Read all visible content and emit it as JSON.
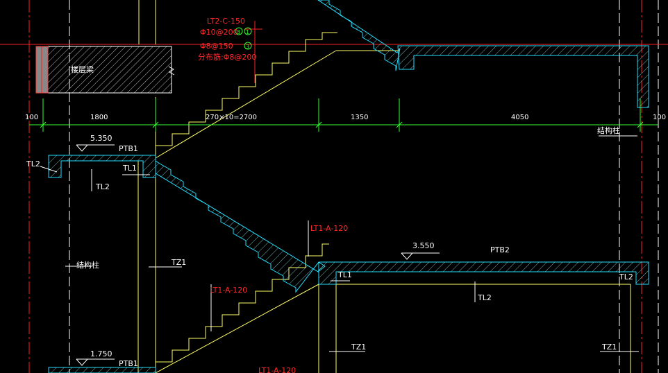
{
  "labels": {
    "lt2": "LT2-C-150",
    "rebar1": "Φ10@200",
    "rebar2": "Φ8@150",
    "rebar3": "分布筋:Φ8@200",
    "circ1": "3",
    "circ2": "1",
    "circ3": "3",
    "floor_label": "楼层梁",
    "lt1_a": "LT1-A-120",
    "lt1_b": "LT1-A-120",
    "lt1_c": "LT1-A-120",
    "elev_top": "5.350",
    "elev_mid": "3.550",
    "elev_bot": "1.750",
    "ptb1_top": "PTB1",
    "ptb1_bot": "PTB1",
    "ptb2": "PTB2",
    "tl1_top": "TL1",
    "tl1_mid": "TL1",
    "tl2_left": "TL2",
    "tl2_under": "TL2",
    "tl2_mid": "TL2",
    "tl2_right": "TL2",
    "tz1_left": "TZ1",
    "tz1_mid": "TZ1",
    "tz1_right": "TZ1",
    "struct_col_left": "结构柱",
    "struct_col_right": "结构柱"
  },
  "dimensions": {
    "d1": "100",
    "d2": "1800",
    "d3": "270×10=2700",
    "d4": "1350",
    "d5": "4050",
    "d6": "100"
  },
  "colors": {
    "background": "#000000",
    "axis_red": "#ff2020",
    "axis_white": "#ffffff",
    "dim_green": "#33ff33",
    "stair_yellow": "#ffff66",
    "slab_cyan": "#22e0ff",
    "text_red": "#ff2a2a",
    "text_white": "#ffffff"
  }
}
